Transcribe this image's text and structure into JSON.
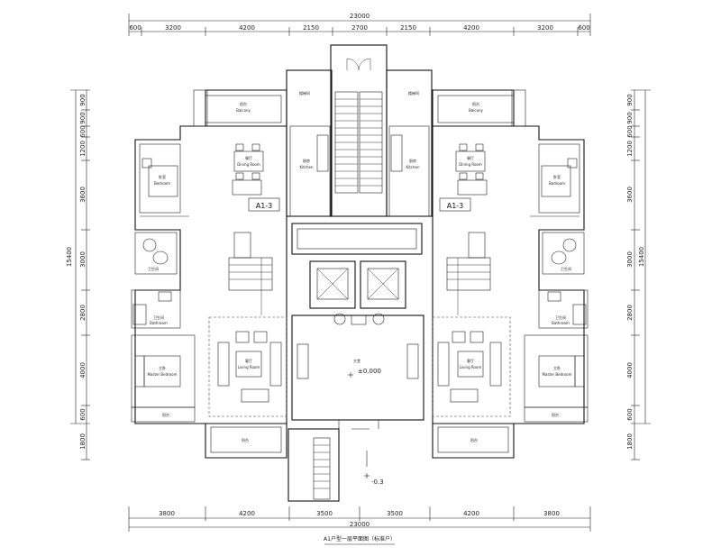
{
  "drawing": {
    "top_total": "23000",
    "bottom_total": "23000",
    "top_dims": [
      "600",
      "3200",
      "4200",
      "2150",
      "2700",
      "2150",
      "4200",
      "3200",
      "600"
    ],
    "bottom_dims": [
      "3800",
      "4200",
      "3500",
      "3500",
      "4200",
      "3800"
    ],
    "left_dims": [
      "900",
      "900",
      "600",
      "1200",
      "3600",
      "3000",
      "2800",
      "4000",
      "600",
      "1800"
    ],
    "right_dims": [
      "900",
      "900",
      "600",
      "1200",
      "3600",
      "3000",
      "2800",
      "4000",
      "600",
      "1800"
    ],
    "side_total": "15400",
    "unit_tag_left": "A1-3",
    "unit_tag_right": "A1-3",
    "level_lobby": "±0.000",
    "level_entry": "-0.3",
    "lobby_label": "大堂",
    "title": "A1户型一层平面图（标准户）"
  },
  "rooms": {
    "kitchen": [
      "厨房",
      "Kitchen"
    ],
    "dining": [
      "餐厅",
      "Dining Room"
    ],
    "bedroom": [
      "卧室",
      "Bedroom"
    ],
    "living": [
      "客厅",
      "Living Room"
    ],
    "master": [
      "主卧",
      "Master Bedroom"
    ],
    "bath": [
      "卫生间",
      "Bathroom"
    ],
    "balcony": [
      "阳台",
      "Balcony"
    ],
    "stair": "楼梯间"
  },
  "colors": {
    "line": "#111111",
    "paper": "#ffffff"
  }
}
